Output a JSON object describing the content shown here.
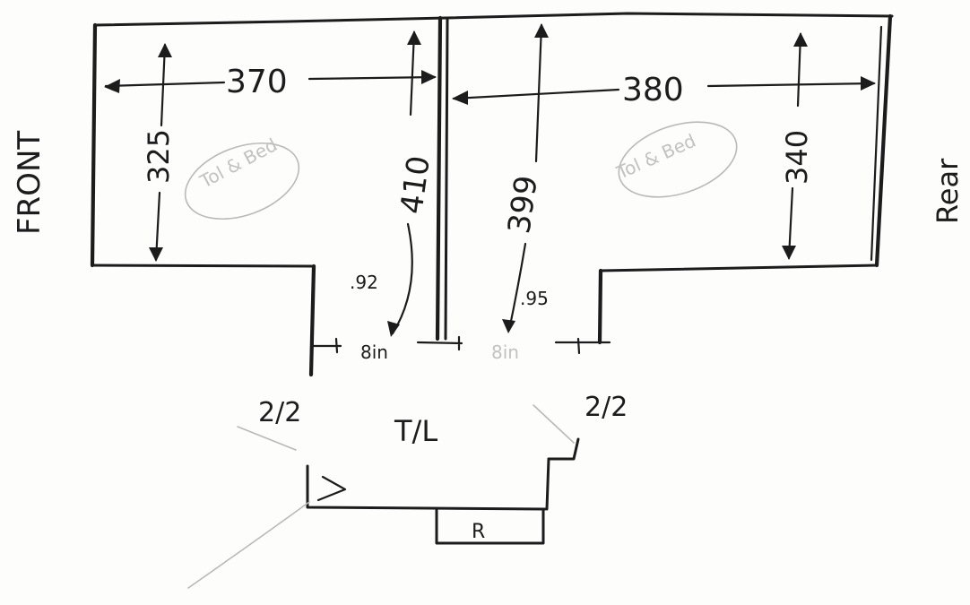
{
  "side_labels": {
    "front": "FRONT",
    "rear": "Rear"
  },
  "room_left": {
    "width": "370",
    "depth": "325",
    "door_height": "410",
    "note": "Tol & Bed",
    "sill": ".92",
    "door_width": "8in"
  },
  "room_right": {
    "width": "380",
    "depth": "340",
    "door_height": "399",
    "note": "Tol & Bed",
    "sill": ".95",
    "door_width": "8in"
  },
  "lobby": {
    "label": "T/L",
    "left_step": "2/2",
    "right_step": "2/2",
    "alcove": "R"
  },
  "colors": {
    "ink": "#1c1c1c",
    "paper": "#fdfdfb",
    "faint": "#c2c2c2"
  }
}
